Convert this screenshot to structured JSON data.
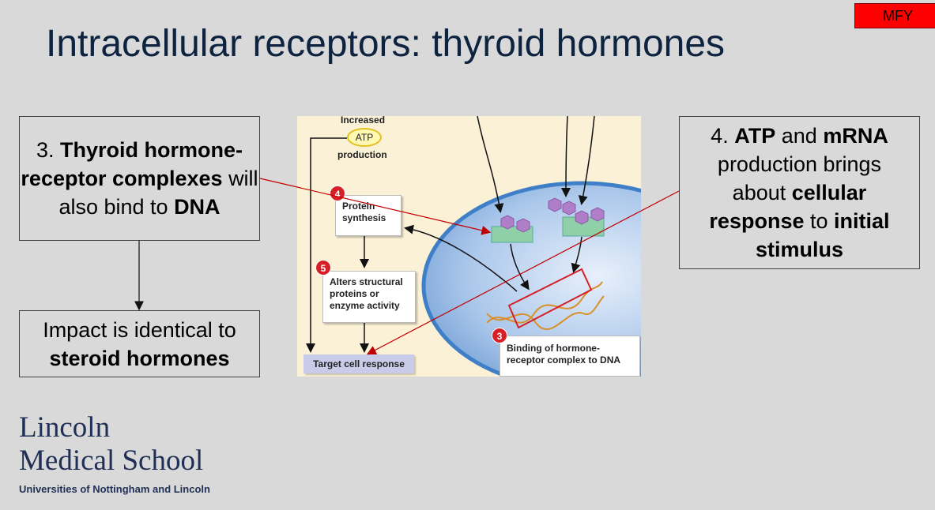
{
  "badge": "MFY",
  "title": "Intracellular receptors: thyroid hormones",
  "box3": {
    "number": "3.",
    "bold1": "Thyroid hormone-receptor complexes",
    "text1": "will also bind to",
    "bold2": "DNA"
  },
  "box_impact": {
    "text": "Impact is identical to",
    "bold": "steroid hormones"
  },
  "box4": {
    "number": "4.",
    "bold1": "ATP",
    "text1": "and",
    "bold2": "mRNA",
    "text2": "production brings about",
    "bold3": "cellular response",
    "text3": "to",
    "bold4": "initial stimulus"
  },
  "figure": {
    "increased": "Increased",
    "atp": "ATP",
    "production": "production",
    "step4_num": "4",
    "step4_label": "Protein synthesis",
    "step5_num": "5",
    "step5_label": "Alters structural proteins or enzyme activity",
    "step3_num": "3",
    "step3_label": "Binding of hormone-receptor complex to DNA",
    "target": "Target cell response"
  },
  "logo": {
    "line1": "Lincoln",
    "line2": "Medical School",
    "line3": "Universities of Nottingham and Lincoln"
  },
  "colors": {
    "title": "#0d2340",
    "badge": "#ff0000",
    "annotation_line": "#c00000",
    "logo": "#1f2f55"
  }
}
